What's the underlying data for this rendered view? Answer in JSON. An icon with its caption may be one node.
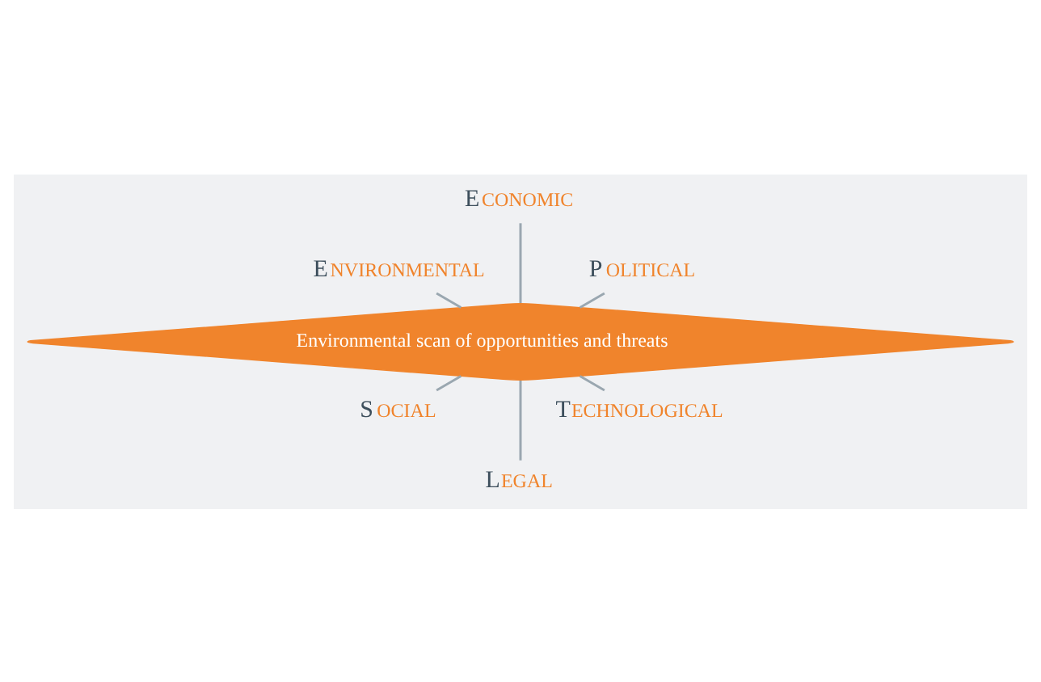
{
  "diagram": {
    "nodes": [
      {
        "text": [
          "POLITICAL"
        ]
      },
      {
        "text": [
          "ECONOMIC"
        ]
      },
      {
        "text": [
          "ENVIRONMENTAL"
        ]
      },
      {
        "text": [
          "Environmental scan of opportunities and threats"
        ]
      },
      {
        "text": [
          "SOCIAL"
        ]
      },
      {
        "text": [
          "LEGAL"
        ]
      },
      {
        "text": [
          "TECHNOLOGICAL"
        ]
      }
    ],
    "edges": [
      {
        "from": 3,
        "to": 0,
        "arrow": "none"
      },
      {
        "from": 3,
        "to": 2,
        "arrow": "none"
      },
      {
        "from": 3,
        "to": 5,
        "arrow": "none"
      },
      {
        "from": 3,
        "to": 6,
        "arrow": "none"
      },
      {
        "from": 3,
        "to": 4,
        "arrow": "none"
      },
      {
        "from": 3,
        "to": 1,
        "arrow": "none"
      }
    ]
  }
}
